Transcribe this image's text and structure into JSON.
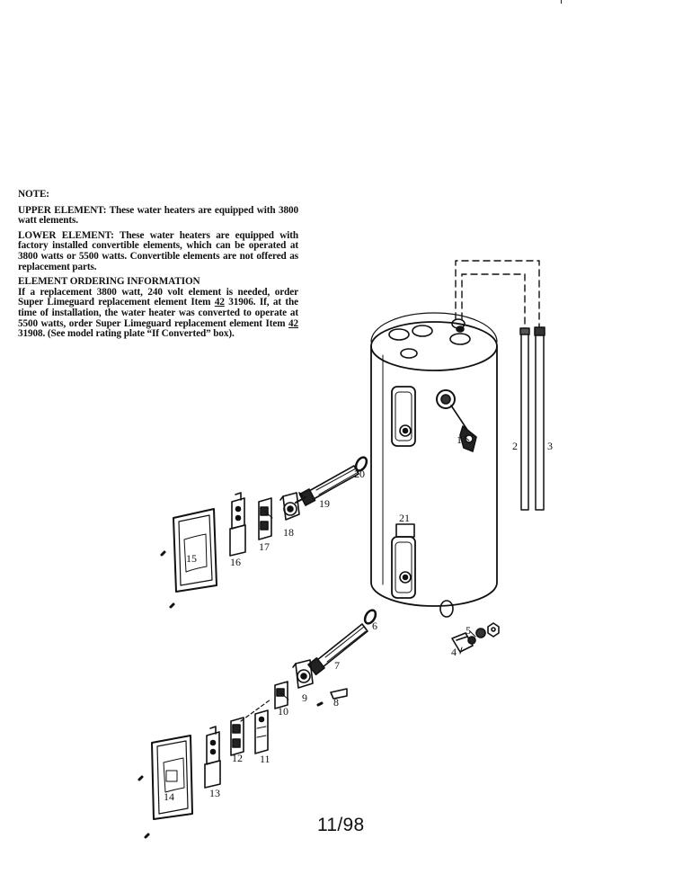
{
  "note": {
    "heading": "NOTE:",
    "upper_element": {
      "label": "UPPER ELEMENT:",
      "text": "These water heaters are equipped with 3800 watt elements."
    },
    "lower_element": {
      "label": "LOWER ELEMENT:",
      "text": "These water heaters are equipped with factory installed convertible elements, which can be operated at 3800 watts or 5500 watts. Convertible elements are not offered as replacement parts."
    },
    "ordering": {
      "heading": "ELEMENT ORDERING INFORMATION",
      "text_1": "If a replacement 3800 watt, 240 volt element is needed, order Super Limeguard replacement element Item ",
      "item_1": "42",
      "text_2": " 31906. If, at the time of installation, the water heater was converted to operate at 5500 watts, order Super Limeguard replacement element Item ",
      "item_2": "42",
      "text_3": " 31908. (See model rating plate “If Converted” box)."
    }
  },
  "part_labels": {
    "p1": "1",
    "p2": "2",
    "p3": "3",
    "p4": "4",
    "p5": "5",
    "p6": "6",
    "p7": "7",
    "p8": "8",
    "p9": "9",
    "p10": "10",
    "p11": "11",
    "p12": "12",
    "p13": "13",
    "p14": "14",
    "p15": "15",
    "p16": "16",
    "p17": "17",
    "p18": "18",
    "p19": "19",
    "p20": "20",
    "p21": "21"
  },
  "page_number": "11/98"
}
